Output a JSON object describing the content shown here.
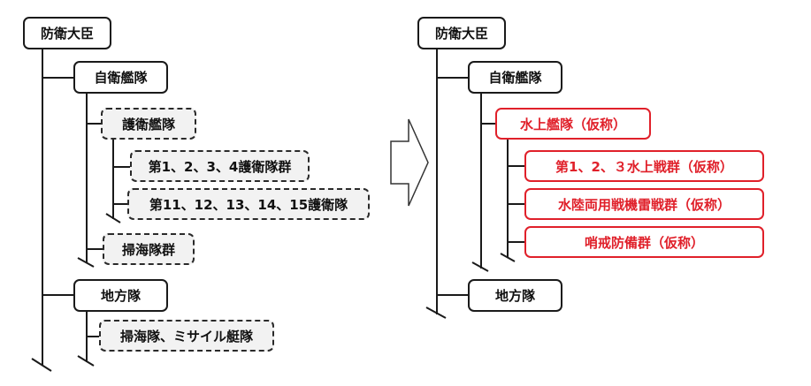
{
  "colors": {
    "line": "#1a1a1a",
    "dashed_fill": "#f2f2f2",
    "proposed": "#e0202a"
  },
  "before": {
    "root": "防衛大臣",
    "fleet": "自衛艦隊",
    "escort_fleet": "護衛艦隊",
    "escort_groups": "第1、2、3、4護衛隊群",
    "escort_divisions": "第11、12、13、14、15護衛隊",
    "minesweeper_group": "掃海隊群",
    "district": "地方隊",
    "district_units": "掃海隊、ミサイル艇隊"
  },
  "arrow": {
    "icon": "right-arrow-icon"
  },
  "after": {
    "root": "防衛大臣",
    "fleet": "自衛艦隊",
    "surface_fleet": "水上艦隊（仮称）",
    "surface_groups": "第1、2、３水上戦群（仮称）",
    "amphibious_group": "水陸両用戦機雷戦群（仮称）",
    "patrol_group": "哨戒防備群（仮称）",
    "district": "地方隊"
  }
}
